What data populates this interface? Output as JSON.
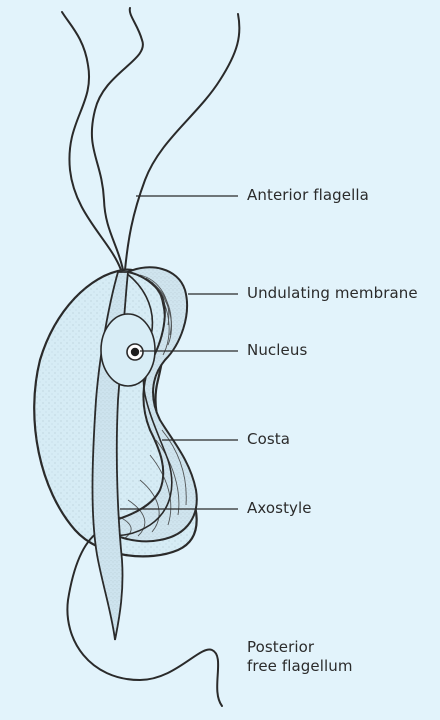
{
  "diagram": {
    "background_color": "#e2f3fb",
    "line_color": "#2a2a2a",
    "body_fill_color": "#d6ecf5",
    "labels": {
      "anterior_flagella": "Anterior flagella",
      "undulating_membrane": "Undulating membrane",
      "nucleus": "Nucleus",
      "costa": "Costa",
      "axostyle": "Axostyle",
      "posterior_free_flagellum": "Posterior\nfree flagellum"
    }
  }
}
